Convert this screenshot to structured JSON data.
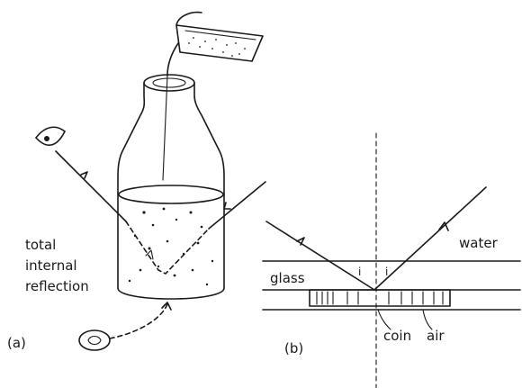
{
  "labels": {
    "total_line1": "total",
    "total_line2": "internal",
    "total_line3": "reflection",
    "part_a": "(a)",
    "part_b": "(b)",
    "water": "water",
    "glass": "glass",
    "coin": "coin",
    "air": "air",
    "angle_left": "i",
    "angle_right": "i"
  },
  "colors": {
    "ink": "#1a1a1a",
    "background": "#ffffff"
  }
}
